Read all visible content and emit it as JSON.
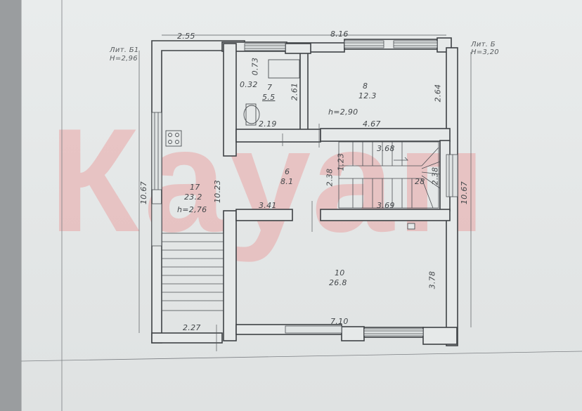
{
  "title_left": {
    "lit": "Лит. Б1",
    "height": "Н=2,96"
  },
  "title_right": {
    "lit": "Лит. Б",
    "height": "Н=3,20"
  },
  "watermark": "Кауап",
  "rooms": [
    {
      "num": "7",
      "area": "5.5"
    },
    {
      "num": "8",
      "area": "12.3"
    },
    {
      "num": "6",
      "area": "8.1"
    },
    {
      "num": "17",
      "area": "23.2",
      "height": "h=2,76"
    },
    {
      "num": "10",
      "area": "26.8"
    },
    {
      "num": "",
      "area": "28"
    }
  ],
  "height_main": "h=2,90",
  "dims": {
    "top_left": "2.55",
    "top_right": "8.16",
    "d073": "0.73",
    "d032": "0.32",
    "d261": "2.61",
    "d264": "2.64",
    "d219": "2.19",
    "d467": "4.67",
    "d368": "3.68",
    "d123": "1.23",
    "d238a": "2.38",
    "d238b": "2.38",
    "d1067l": "10.67",
    "d1023": "10.23",
    "d1067r": "10.67",
    "d341": "3.41",
    "d369": "3.69",
    "d378": "3.78",
    "d710": "7.10",
    "d227": "2.27"
  }
}
